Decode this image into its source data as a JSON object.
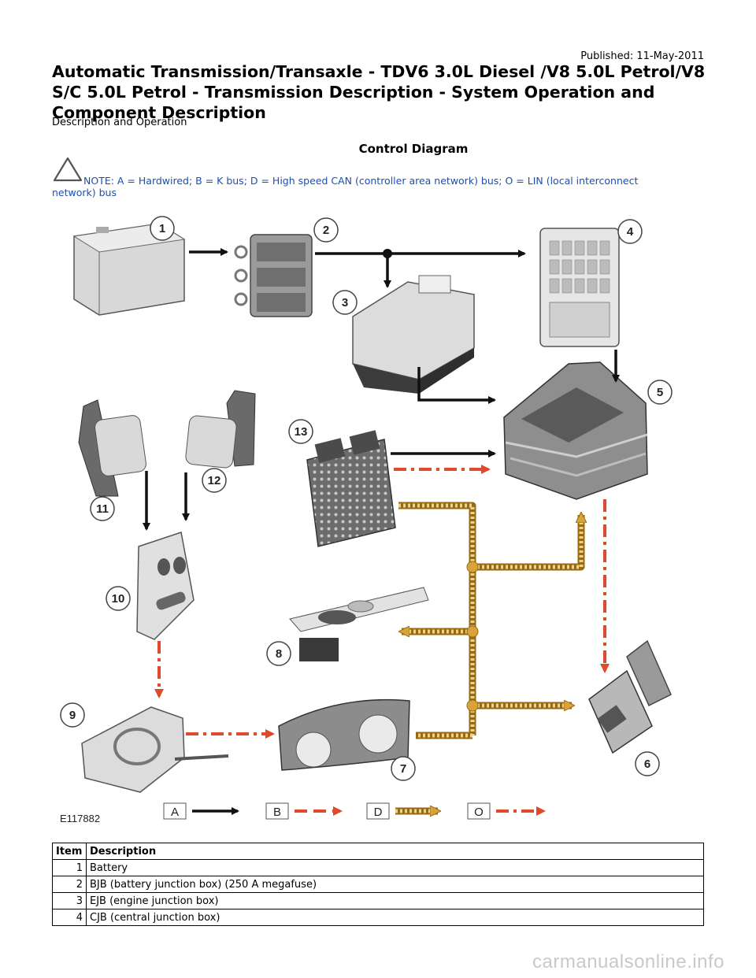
{
  "header": {
    "published": "Published: 11-May-2011",
    "title": "Automatic Transmission/Transaxle - TDV6 3.0L Diesel /V8 5.0L Petrol/V8 S/C 5.0L Petrol - Transmission Description    - System Operation and Component Description",
    "subtitle": "Description and Operation",
    "section": "Control Diagram",
    "note": "NOTE: A = Hardwired; B = K bus; D = High speed CAN (controller area network) bus; O = LIN (local interconnect network) bus"
  },
  "diagram": {
    "callouts": [
      "1",
      "2",
      "3",
      "4",
      "5",
      "6",
      "7",
      "8",
      "9",
      "10",
      "11",
      "12",
      "13"
    ],
    "legend": [
      "A",
      "B",
      "D",
      "O"
    ],
    "image_code": "E117882",
    "colors": {
      "hardwired": "#111111",
      "k_bus": "#e0492a",
      "can": "#d9a23a",
      "can_dot": "#c8861a",
      "lin": "#e0492a"
    }
  },
  "table": {
    "headers": [
      "Item",
      "Description"
    ],
    "rows": [
      [
        "1",
        "Battery"
      ],
      [
        "2",
        "BJB (battery junction box) (250 A megafuse)"
      ],
      [
        "3",
        "EJB (engine junction box)"
      ],
      [
        "4",
        "CJB (central junction box)"
      ]
    ]
  },
  "watermark": "carmanualsonline.info"
}
